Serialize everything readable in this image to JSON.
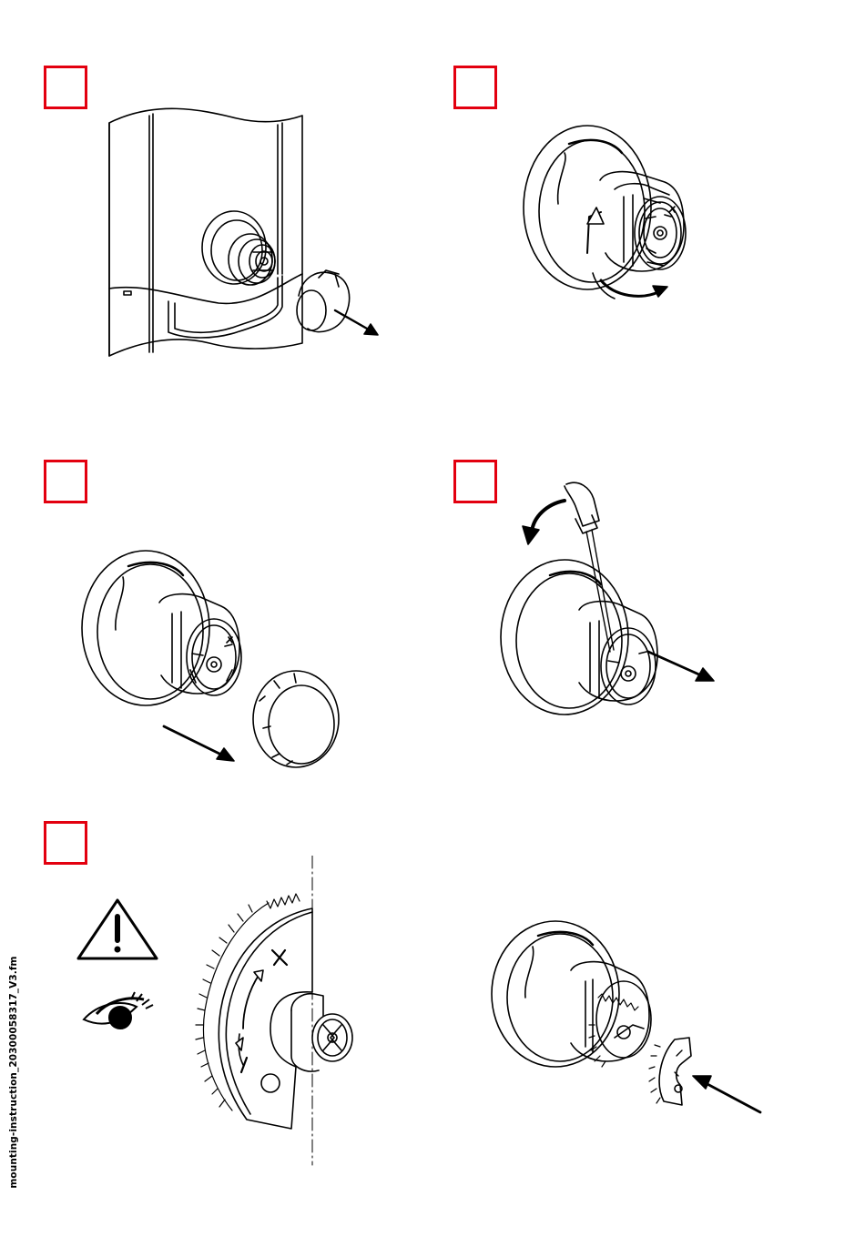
{
  "document": {
    "side_label": "mounting-instruction_20300058317_V3.fm"
  },
  "colors": {
    "step_box_border": "#e3000f",
    "line_art": "#000000",
    "background": "#ffffff"
  },
  "steps": [
    {
      "id": "step-1",
      "figure": "remove-knob-from-panel"
    },
    {
      "id": "step-2",
      "figure": "rotate-ring"
    },
    {
      "id": "step-3",
      "figure": "pull-off-ring"
    },
    {
      "id": "step-4",
      "figure": "loosen-screw-pull-off"
    },
    {
      "id": "step-5",
      "figure": "limit-stop-detail"
    }
  ],
  "icons": [
    "warning-icon",
    "eye-icon",
    "arrow-icon"
  ]
}
